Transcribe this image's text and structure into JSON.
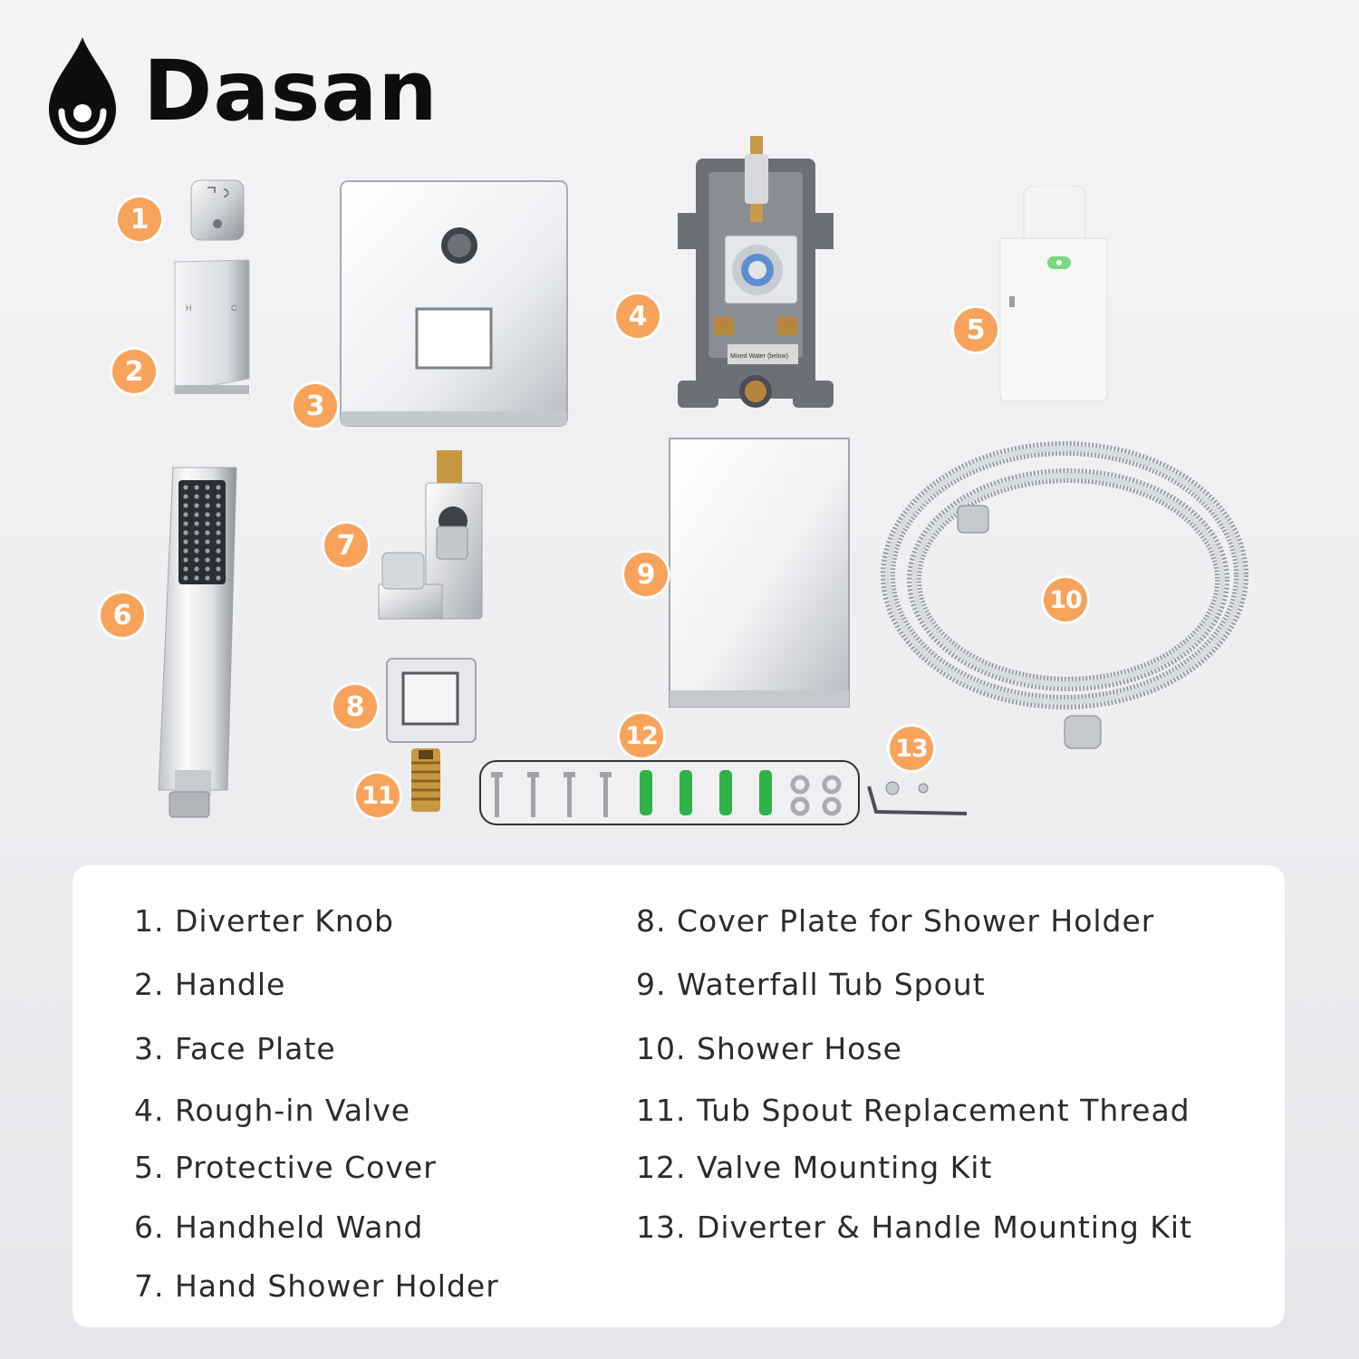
{
  "brand": {
    "name": "Dasan",
    "logo_icon": "water-drop-icon"
  },
  "colors": {
    "badge": "#f7a35b",
    "background": "#efeff2",
    "panel": "#ffffff",
    "hose_gasket": "#2e8b57",
    "anchor_green": "#2fb24a"
  },
  "badges": [
    "1",
    "2",
    "3",
    "4",
    "5",
    "6",
    "7",
    "8",
    "9",
    "10",
    "11",
    "12",
    "13"
  ],
  "valve_label": "Mixed Water (below)",
  "handle_marks": {
    "hot": "H",
    "cold": "C"
  },
  "legend": {
    "left": [
      "1. Diverter Knob",
      "2. Handle",
      "3. Face Plate",
      "4. Rough-in Valve",
      "5. Protective Cover",
      "6. Handheld Wand",
      "7. Hand Shower Holder"
    ],
    "right": [
      "8. Cover Plate for Shower Holder",
      "9. Waterfall Tub Spout",
      "10. Shower Hose",
      "11. Tub Spout Replacement Thread",
      "12. Valve Mounting Kit",
      "13. Diverter & Handle Mounting Kit"
    ]
  }
}
